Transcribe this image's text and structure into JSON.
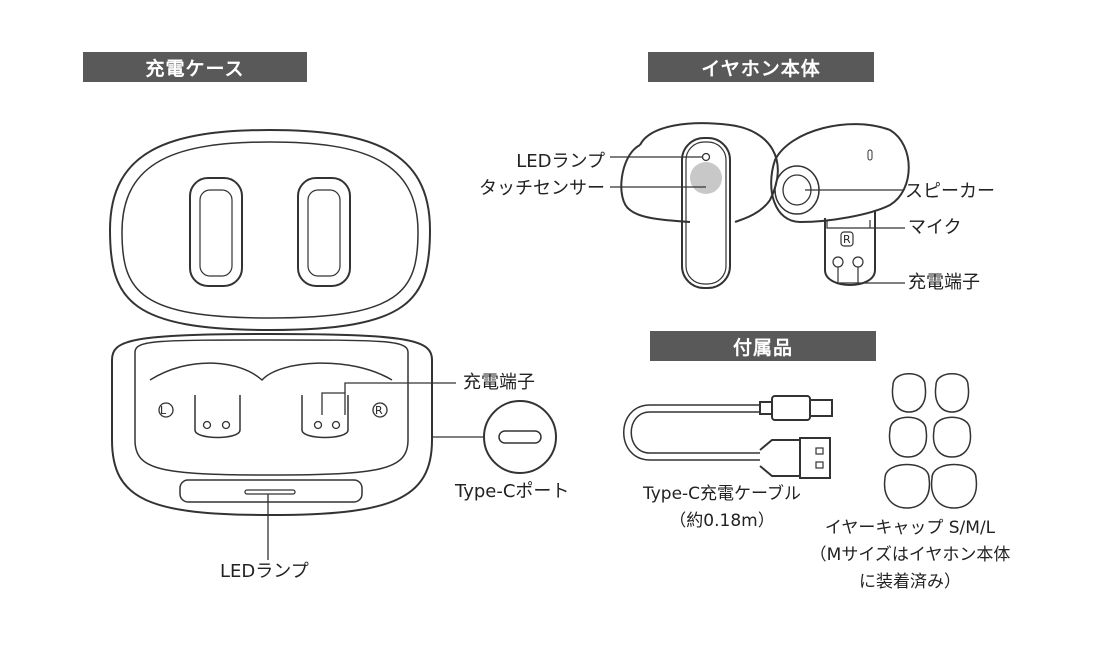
{
  "sections": {
    "case": "充電ケース",
    "earbud": "イヤホン本体",
    "accessories": "付属品"
  },
  "case_labels": {
    "charging_terminal": "充電端子",
    "type_c_port": "Type-Cポート",
    "led_lamp": "LEDランプ",
    "left_mark": "L",
    "right_mark": "R"
  },
  "earbud_labels": {
    "led_lamp": "LEDランプ",
    "touch_sensor": "タッチセンサー",
    "speaker": "スピーカー",
    "mic": "マイク",
    "charging_terminal": "充電端子",
    "right_mark": "R"
  },
  "accessory_labels": {
    "cable": "Type-C充電ケーブル",
    "cable_length": "（約0.18m）",
    "eartips": "イヤーキャップ S/M/L",
    "eartips_note1": "（Mサイズはイヤホン本体",
    "eartips_note2": "に装着済み）"
  },
  "colors": {
    "header_bg": "#595959",
    "line": "#333333",
    "touch_sensor": "#c8c8c8"
  }
}
